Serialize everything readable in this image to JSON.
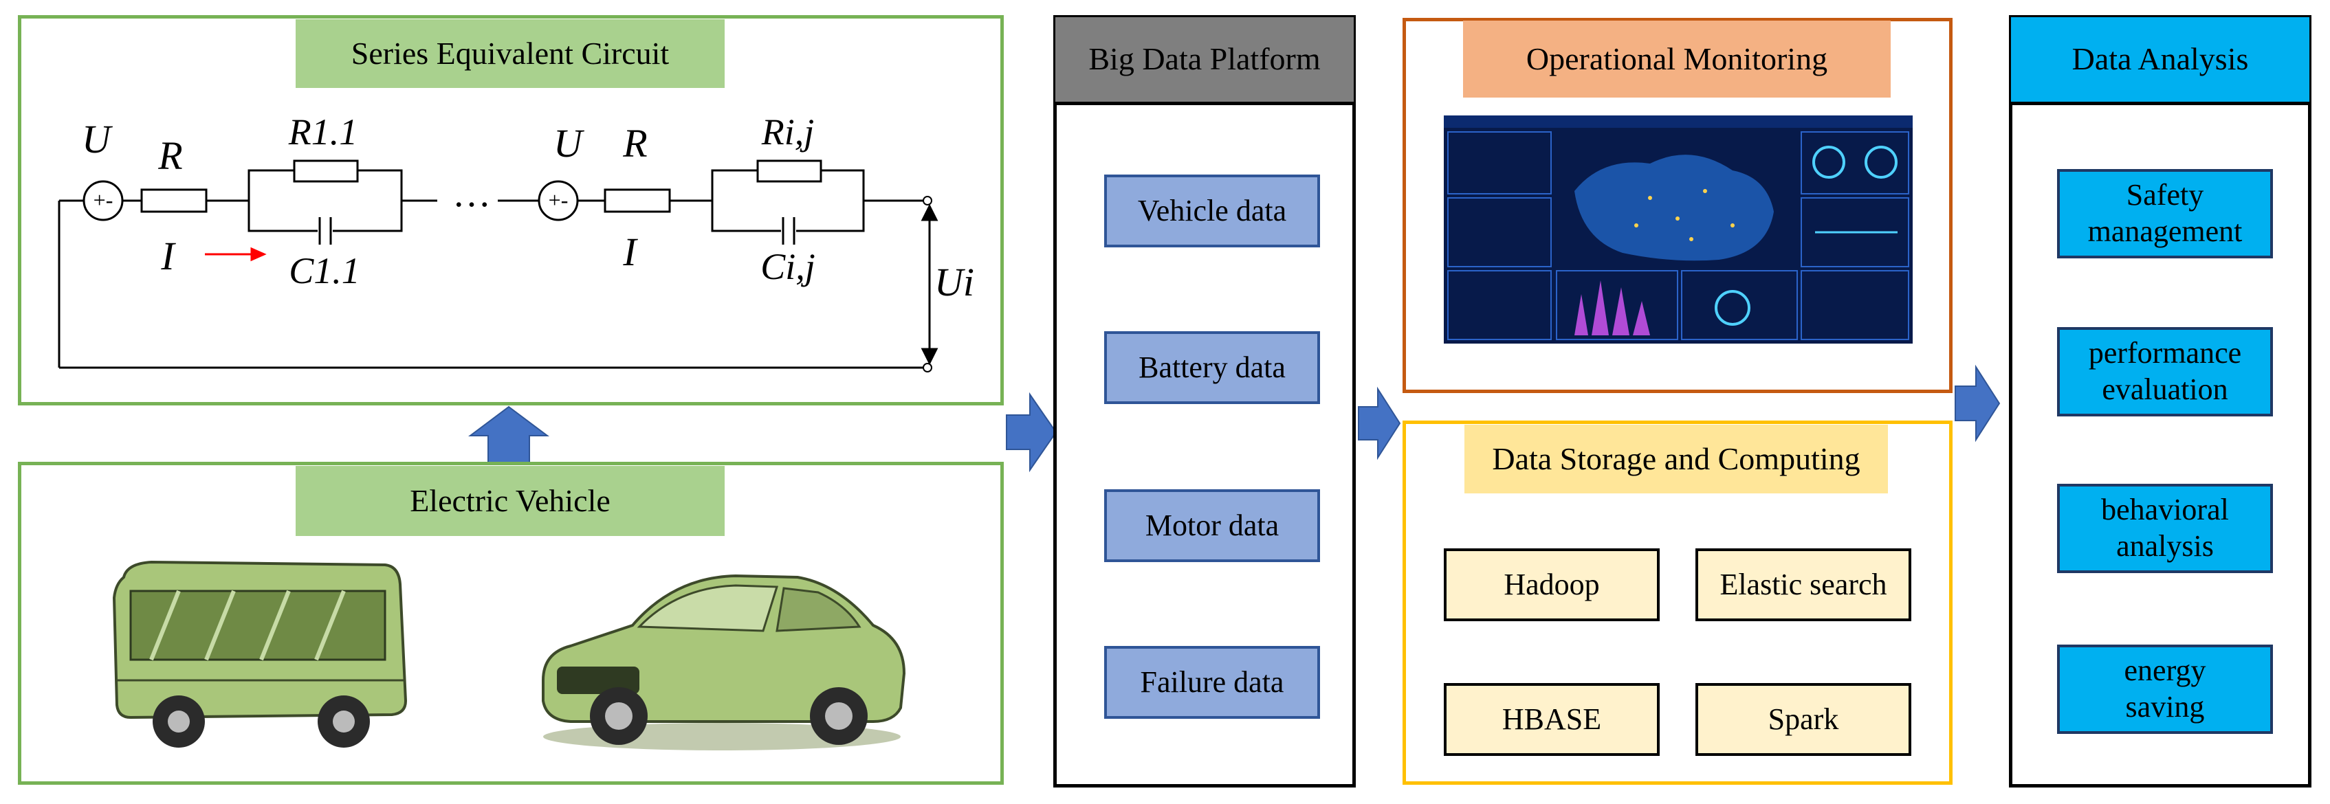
{
  "colors": {
    "green_frame": "#77b255",
    "green_label": "#a9d18e",
    "black_frame": "#000000",
    "gray_header": "#7f7f7f",
    "blue_box": "#8faadc",
    "blue_box_border": "#2f5597",
    "orange_frame": "#c55a11",
    "orange_label": "#f4b183",
    "yellow_frame": "#ffc000",
    "yellow_label": "#ffe699",
    "cream_box": "#fff2cc",
    "cyan_header": "#00b0f0",
    "arrow_blue": "#4472c4",
    "vehicle_green": "#a9c67a"
  },
  "circuit": {
    "title": "Series Equivalent Circuit",
    "U1": "U",
    "R1": "R",
    "I1": "I",
    "R11": "R1.1",
    "C11": "C1.1",
    "dots": "…",
    "U2": "U",
    "R2": "R",
    "I2": "I",
    "Rij": "Ri,j",
    "Cij": "Ci,j",
    "Ui": "Ui",
    "source_symbol": "+-"
  },
  "vehicle": {
    "title": "Electric Vehicle",
    "images": [
      "bus",
      "car"
    ]
  },
  "platform": {
    "title": "Big Data Platform",
    "items": [
      "Vehicle data",
      "Battery data",
      "Motor data",
      "Failure data"
    ]
  },
  "monitoring": {
    "title": "Operational Monitoring",
    "dashboard": "dashboard-screenshot"
  },
  "storage": {
    "title": "Data Storage and Computing",
    "items": [
      "Hadoop",
      "Elastic search",
      "HBASE",
      "Spark"
    ]
  },
  "analysis": {
    "title": "Data Analysis",
    "items": [
      [
        "Safety",
        "management"
      ],
      [
        "performance",
        "evaluation"
      ],
      [
        "behavioral",
        "analysis"
      ],
      [
        "energy",
        "saving"
      ]
    ]
  }
}
